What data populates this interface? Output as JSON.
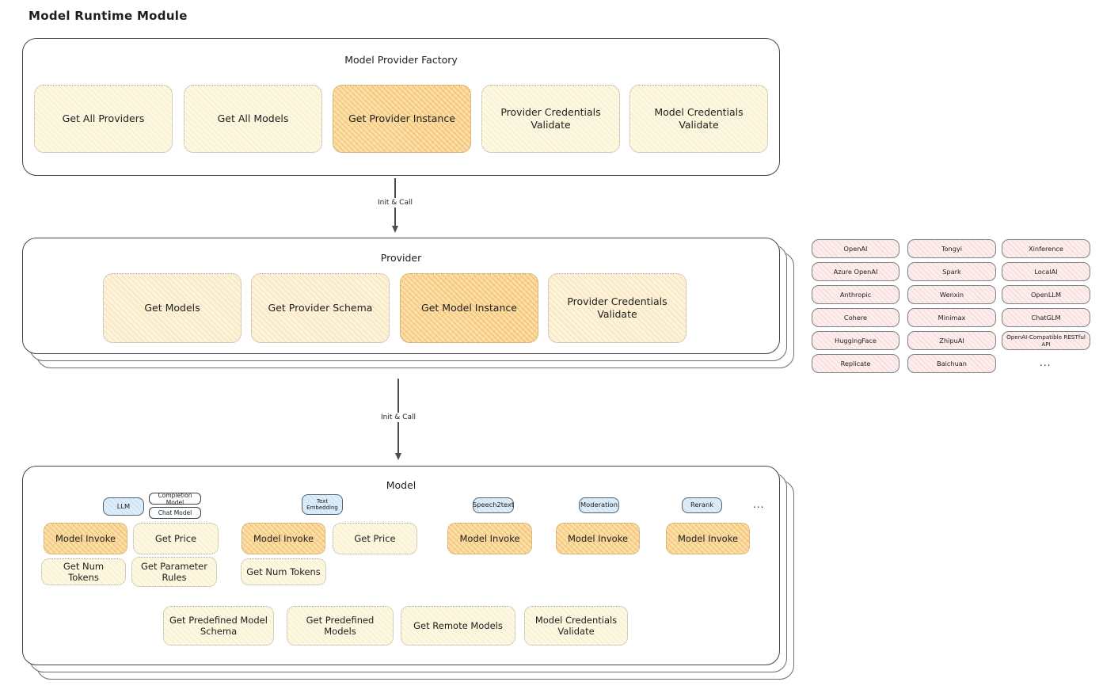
{
  "page": {
    "title": "Model Runtime Module"
  },
  "colors": {
    "accent_orange": "#fbe0ab",
    "pale_yellow": "#fdf8e3",
    "pale_pink": "#fdeeee",
    "pale_blue": "#ddedf9",
    "ink": "#1e1e1e"
  },
  "factory": {
    "title": "Model Provider Factory",
    "items": [
      {
        "label": "Get All Providers",
        "highlighted": false
      },
      {
        "label": "Get All Models",
        "highlighted": false
      },
      {
        "label": "Get Provider Instance",
        "highlighted": true
      },
      {
        "label": "Provider Credentials Validate",
        "highlighted": false
      },
      {
        "label": "Model Credentials Validate",
        "highlighted": false
      }
    ]
  },
  "arrows": {
    "init_call": "Init & Call"
  },
  "provider": {
    "title": "Provider",
    "items": [
      {
        "label": "Get Models",
        "highlighted": false
      },
      {
        "label": "Get Provider Schema",
        "highlighted": false
      },
      {
        "label": "Get Model Instance",
        "highlighted": true
      },
      {
        "label": "Provider Credentials Validate",
        "highlighted": false
      }
    ]
  },
  "providers_grid": {
    "rows": [
      [
        "OpenAI",
        "Tongyi",
        "Xinference"
      ],
      [
        "Azure OpenAI",
        "Spark",
        "LocalAI"
      ],
      [
        "Anthropic",
        "Wenxin",
        "OpenLLM"
      ],
      [
        "Cohere",
        "Minimax",
        "ChatGLM"
      ],
      [
        "HuggingFace",
        "ZhipuAI",
        "OpenAI-Compatible RESTful API"
      ],
      [
        "Replicate",
        "Baichuan"
      ]
    ],
    "more": "..."
  },
  "model": {
    "title": "Model",
    "tags": {
      "llm": "LLM",
      "completion_model": "Completion Model",
      "chat_model": "Chat Model",
      "text_embedding": "Text Embedding",
      "speech2text": "Speech2text",
      "moderation": "Moderation",
      "rerank": "Rerank",
      "more": "..."
    },
    "ops": {
      "model_invoke": "Model Invoke",
      "get_price": "Get Price",
      "get_num_tokens": "Get Num Tokens",
      "get_parameter_rules": "Get Parameter Rules",
      "get_predefined_model_schema": "Get Predefined Model Schema",
      "get_predefined_models": "Get Predefined Models",
      "get_remote_models": "Get Remote Models",
      "model_credentials_validate": "Model Credentials Validate"
    }
  }
}
